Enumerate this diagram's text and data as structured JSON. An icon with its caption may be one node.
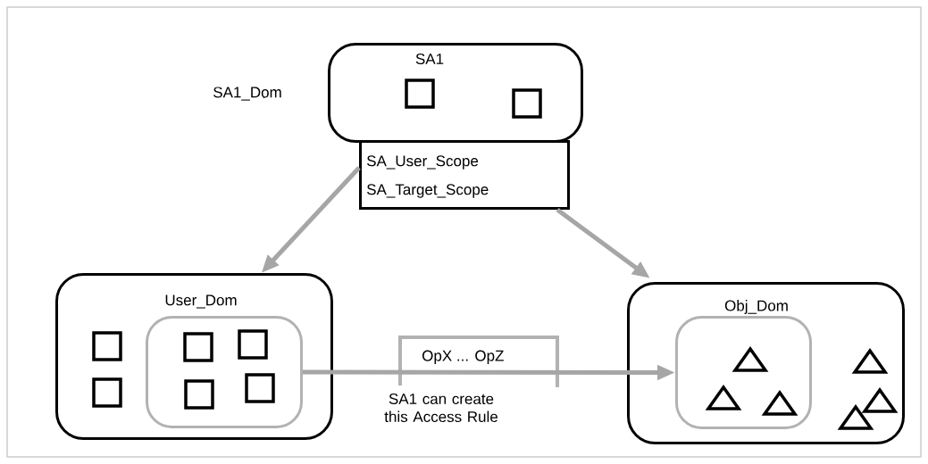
{
  "diagram": {
    "nodes": [
      {
        "text": [
          "SA1"
        ],
        "beside": [
          "SA1_Dom"
        ]
      },
      {
        "text": [
          "SA_User_Scope",
          "SA_Target_Scope"
        ]
      },
      {
        "text": [
          "User_Dom"
        ]
      },
      {
        "text": [],
        "shape": "box",
        "in": 2
      },
      {
        "text": [
          "Obj_Dom"
        ]
      },
      {
        "text": [],
        "shape": "box",
        "in": 4
      }
    ],
    "edges": [
      {
        "from": 1,
        "to": 2,
        "arrow": "to"
      },
      {
        "from": 1,
        "to": 4,
        "arrow": "to"
      },
      {
        "from": 3,
        "to": 5,
        "arrow": "to",
        "label": "OpX ... OpZ"
      }
    ],
    "labels": [
      "SA1 can create this Access Rule"
    ]
  }
}
